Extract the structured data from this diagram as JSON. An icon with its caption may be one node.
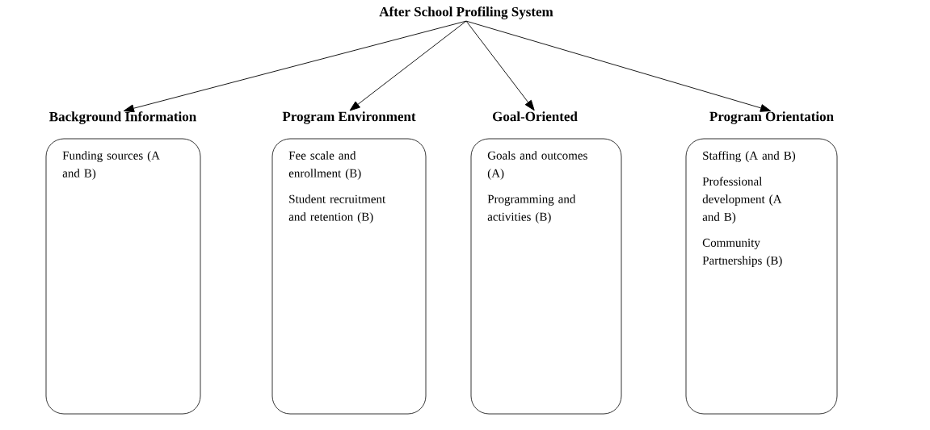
{
  "diagram": {
    "nodes": [
      {
        "text": [
          "After School Profiling System"
        ]
      },
      {
        "text": [
          "Background Information",
          "Funding sources (A and B)"
        ]
      },
      {
        "text": [
          "Program Environment",
          "Fee scale and enrollment (B)",
          "Student recruitment and retention (B)"
        ]
      },
      {
        "text": [
          "Goal-Oriented",
          "Goals and outcomes (A)",
          "Programming and activities (B)"
        ]
      },
      {
        "text": [
          "Program Orientation",
          "Staffing (A and B)",
          "Professional development (A and B)",
          "Community Partnerships (B)"
        ]
      }
    ],
    "edges": [
      {
        "from": 0,
        "to": 1,
        "arrow": "to"
      },
      {
        "from": 0,
        "to": 2,
        "arrow": "to"
      },
      {
        "from": 0,
        "to": 3,
        "arrow": "to"
      },
      {
        "from": 0,
        "to": 4,
        "arrow": "to"
      }
    ]
  }
}
